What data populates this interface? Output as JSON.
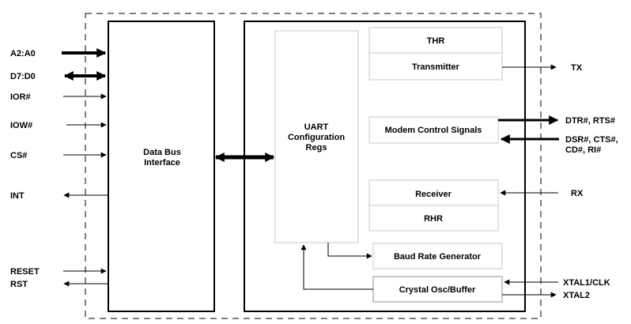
{
  "signals": {
    "a2a0": "A2:A0",
    "d7d0": "D7:D0",
    "ior": "IOR#",
    "iow": "IOW#",
    "cs": "CS#",
    "int": "INT",
    "reset": "RESET",
    "rst": "RST",
    "tx": "TX",
    "dtr_rts": "DTR#, RTS#",
    "dsr_cts_line1": "DSR#, CTS#,",
    "dsr_cts_line2": "CD#, RI#",
    "rx": "RX",
    "xtal1": "XTAL1/CLK",
    "xtal2": "XTAL2"
  },
  "blocks": {
    "data_bus_line1": "Data Bus",
    "data_bus_line2": "Interface",
    "uart_line1": "UART",
    "uart_line2": "Configuration",
    "uart_line3": "Regs",
    "thr": "THR",
    "transmitter": "Transmitter",
    "modem": "Modem Control Signals",
    "receiver": "Receiver",
    "rhr": "RHR",
    "baud": "Baud Rate Generator",
    "crystal": "Crystal Osc/Buffer"
  },
  "colors": {
    "line": "#000000",
    "box_light": "#c8c8c8",
    "background": "#ffffff"
  }
}
